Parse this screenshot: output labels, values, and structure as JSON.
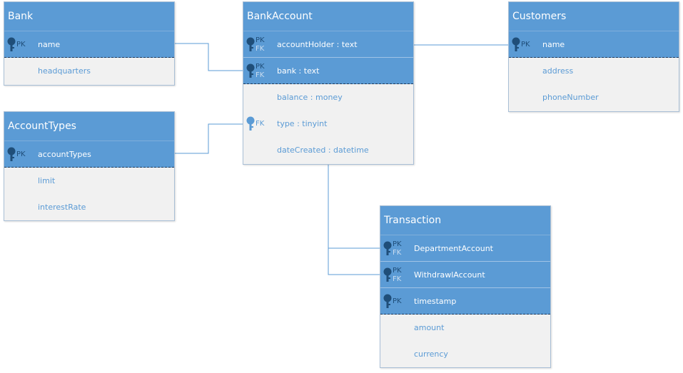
{
  "tables": {
    "bank": {
      "title": "Bank",
      "rows": [
        {
          "tag1": "PK",
          "tag2": "",
          "name": "name"
        },
        {
          "tag1": "",
          "tag2": "",
          "name": "headquarters"
        }
      ]
    },
    "bankaccount": {
      "title": "BankAccount",
      "rows": [
        {
          "tag1": "PK",
          "tag2": "FK",
          "name": "accountHolder : text"
        },
        {
          "tag1": "PK",
          "tag2": "FK",
          "name": "bank : text"
        },
        {
          "tag1": "",
          "tag2": "",
          "name": "balance : money"
        },
        {
          "tag1": "FK",
          "tag2": "",
          "name": "type : tinyint"
        },
        {
          "tag1": "",
          "tag2": "",
          "name": "dateCreated : datetime"
        }
      ]
    },
    "customers": {
      "title": "Customers",
      "rows": [
        {
          "tag1": "PK",
          "tag2": "",
          "name": "name"
        },
        {
          "tag1": "",
          "tag2": "",
          "name": "address"
        },
        {
          "tag1": "",
          "tag2": "",
          "name": "phoneNumber"
        }
      ]
    },
    "accounttypes": {
      "title": "AccountTypes",
      "rows": [
        {
          "tag1": "PK",
          "tag2": "",
          "name": "accountTypes"
        },
        {
          "tag1": "",
          "tag2": "",
          "name": "limit"
        },
        {
          "tag1": "",
          "tag2": "",
          "name": "interestRate"
        }
      ]
    },
    "transaction": {
      "title": "Transaction",
      "rows": [
        {
          "tag1": "PK",
          "tag2": "FK",
          "name": "DepartmentAccount"
        },
        {
          "tag1": "PK",
          "tag2": "FK",
          "name": "WithdrawlAccount"
        },
        {
          "tag1": "PK",
          "tag2": "",
          "name": "timestamp"
        },
        {
          "tag1": "",
          "tag2": "",
          "name": "amount"
        },
        {
          "tag1": "",
          "tag2": "",
          "name": "currency"
        }
      ]
    }
  },
  "colors": {
    "header": "#5b9bd5",
    "body": "#f1f1f1",
    "connector": "#5b9bd5",
    "key_icon": "#1f4e79"
  },
  "icons": {
    "key": "key-icon"
  }
}
